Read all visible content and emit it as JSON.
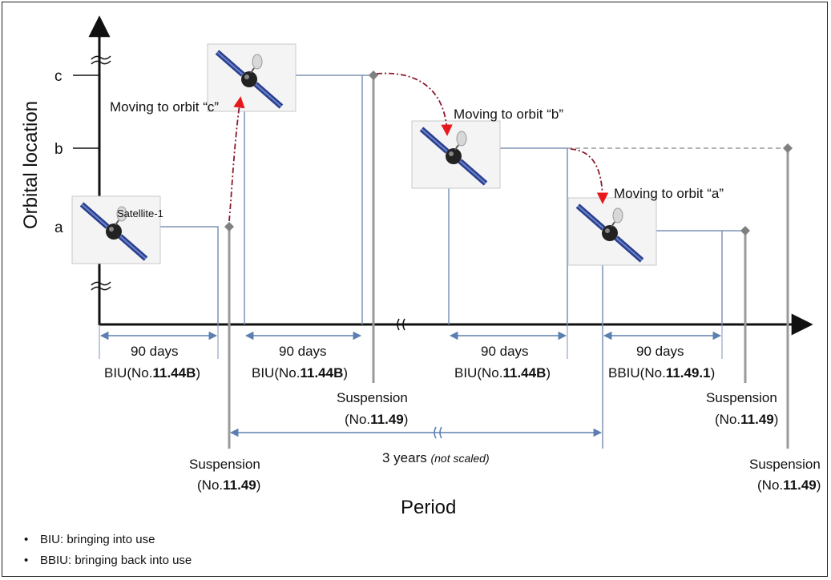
{
  "axes": {
    "y_title": "Orbital location",
    "x_title": "Period",
    "y_ticks": [
      "c",
      "b",
      "a"
    ]
  },
  "satellite_label": "Satellite-1",
  "moves": {
    "to_c": "Moving to orbit “c”",
    "to_b": "Moving to orbit “b”",
    "to_a": "Moving to orbit “a”"
  },
  "intervals": [
    {
      "duration": "90 days",
      "event_prefix": "BIU(No.",
      "event_ref": "11.44B",
      "event_suffix": ")"
    },
    {
      "duration": "90 days",
      "event_prefix": "BIU(No.",
      "event_ref": "11.44B",
      "event_suffix": ")"
    },
    {
      "duration": "90 days",
      "event_prefix": "BIU(No.",
      "event_ref": "11.44B",
      "event_suffix": ")"
    },
    {
      "duration": "90 days",
      "event_prefix": "BBIU(No.",
      "event_ref": "11.49.1",
      "event_suffix": ")"
    }
  ],
  "suspension": {
    "label": "Suspension",
    "ref_prefix": "(No.",
    "ref": "11.49",
    "ref_suffix": ")"
  },
  "span": {
    "text": "3 years ",
    "note": "(not scaled)"
  },
  "legend": [
    {
      "bullet": "•",
      "text": "BIU: bringing into use"
    },
    {
      "bullet": "•",
      "text": "BBIU: bringing back into use"
    }
  ],
  "colors": {
    "axis": "#111111",
    "orbit_line": "#7f93b8",
    "interval_arrow": "#5b7fb0",
    "gray_line": "#9a9a9a",
    "marker": "#808080",
    "move_arrow": "#8b1a2e",
    "arrow_head": "#e8171c"
  }
}
